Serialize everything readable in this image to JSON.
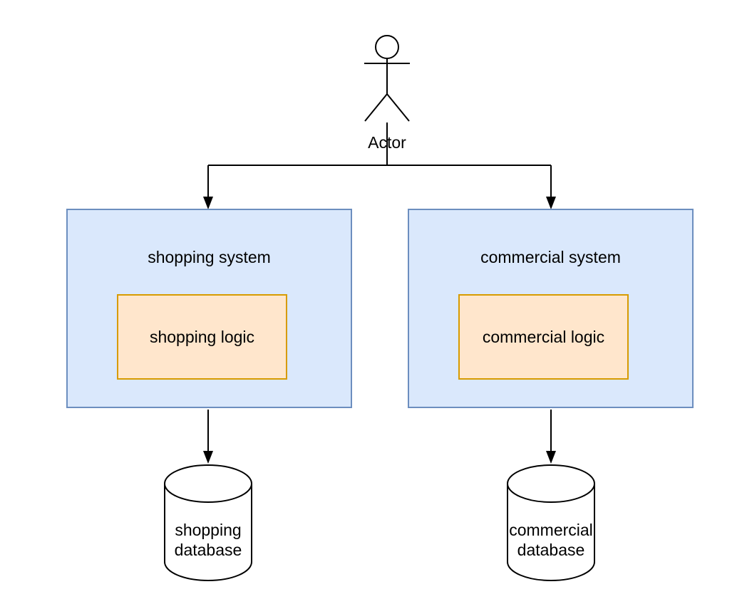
{
  "diagram": {
    "actor": {
      "label": "Actor",
      "icon": "stick-figure-actor-icon"
    },
    "systems": [
      {
        "name": "shopping system",
        "logic": "shopping logic",
        "database": "shopping database"
      },
      {
        "name": "commercial system",
        "logic": "commercial logic",
        "database": "commercial database"
      }
    ],
    "icons": {
      "actor": "stick-figure-actor-icon",
      "database": "cylinder-database-icon",
      "connector": "down-arrow-icon"
    },
    "colors": {
      "background": "#ffffff",
      "text": "#000000",
      "line": "#000000",
      "system_fill": "#dae8fc",
      "system_border": "#6c8ebf",
      "logic_fill": "#ffe6cc",
      "logic_border": "#d79b00",
      "db_fill": "#ffffff",
      "db_border": "#000000"
    }
  }
}
